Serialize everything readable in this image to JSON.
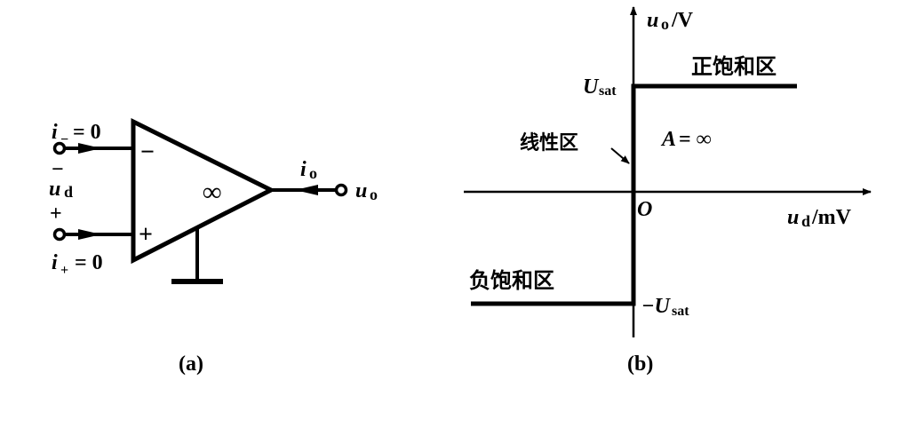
{
  "panel_a": {
    "caption": "(a)",
    "i_minus_label": "i",
    "i_minus_sub": "−",
    "i_minus_value": "= 0",
    "i_plus_label": "i",
    "i_plus_sub": "+",
    "i_plus_value": "= 0",
    "ud_minus": "−",
    "ud_label": "u",
    "ud_sub": "d",
    "ud_plus": "+",
    "inverting_sign": "−",
    "noninverting_sign": "+",
    "gain_symbol": "∞",
    "io_label": "i",
    "io_sub": "o",
    "uo_label": "u",
    "uo_sub": "o"
  },
  "panel_b": {
    "caption": "(b)",
    "y_axis_label": "u",
    "y_axis_sub": "o",
    "y_axis_unit": "/V",
    "x_axis_label": "u",
    "x_axis_sub": "d",
    "x_axis_unit": "/mV",
    "origin": "O",
    "usat_label": "U",
    "usat_sub": "sat",
    "neg_usat_label": "−U",
    "neg_usat_sub": "sat",
    "positive_saturation": "正饱和区",
    "negative_saturation": "负饱和区",
    "linear_region": "线性区",
    "gain_label": "A",
    "gain_value": "= ∞"
  }
}
